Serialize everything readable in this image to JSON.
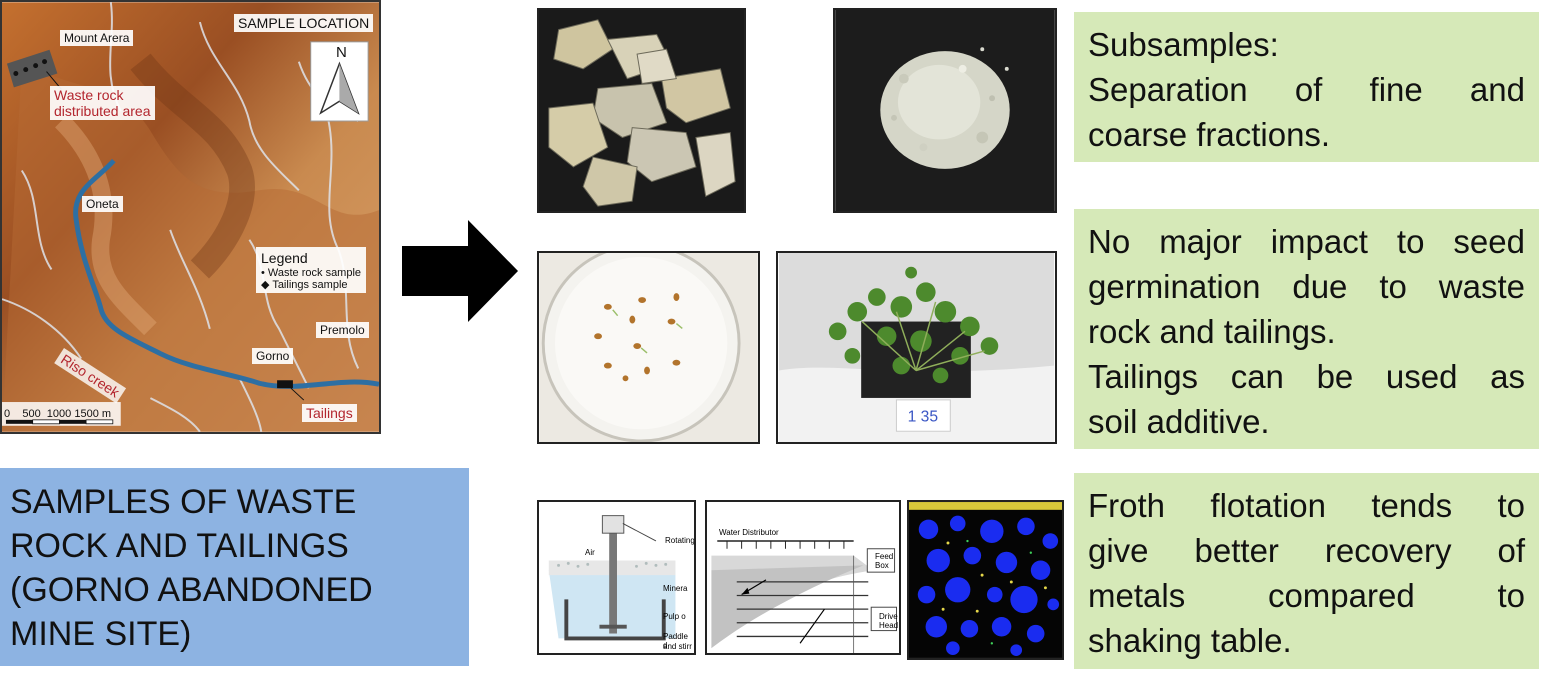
{
  "map": {
    "title": "SAMPLE LOCATION",
    "north": "N",
    "places": {
      "mount_arera": "Mount Arera",
      "oneta": "Oneta",
      "premolo": "Premolo",
      "gorno": "Gorno"
    },
    "waste_rock_area": [
      "Waste rock",
      "distributed area"
    ],
    "creek": "Riso creek",
    "tailings": "Tailings",
    "legend": {
      "title": "Legend",
      "items": [
        "• Waste rock sample",
        "◆ Tailings sample"
      ]
    },
    "scale": "0    500  1000 1500 m"
  },
  "title_box": {
    "lines": [
      "SAMPLES OF WASTE",
      "ROCK AND TAILINGS",
      "(GORNO ABANDONED",
      "MINE SITE)"
    ]
  },
  "boxes": {
    "subsamples": [
      "Subsamples:",
      "Separation of fine and",
      "coarse fractions."
    ],
    "germination": [
      "No major impact to seed",
      "germination due to waste",
      "rock and tailings.",
      "Tailings can be used as",
      "soil additive."
    ],
    "flotation": [
      "Froth flotation tends to",
      "give better recovery of",
      "metals compared to",
      "shaking table."
    ]
  },
  "diagram_labels": {
    "flotation_cell": [
      "Rotating",
      "Air",
      "Minera",
      "Pulp o",
      "Paddle d",
      "and stirr"
    ],
    "shaking_table": [
      "Water Distributor",
      "Feed",
      "Box",
      "Drive",
      "Head"
    ]
  },
  "plant_tag": "1 35",
  "colors": {
    "title_bg": "#8db3e2",
    "box_bg": "#d6e9b8",
    "creek": "#2d6fa3",
    "label_red": "#b3262e",
    "arrow": "#000000"
  }
}
